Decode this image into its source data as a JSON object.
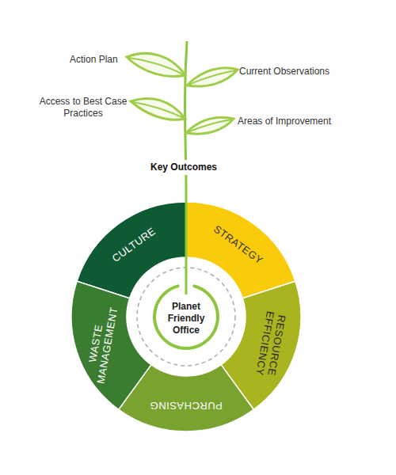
{
  "diagram": {
    "nodes": [
      {
        "text": [
          "CULTURE"
        ]
      },
      {
        "text": [
          "STRATEGY"
        ]
      },
      {
        "text": [
          "RESOURCE EFFICIENCY"
        ]
      },
      {
        "text": [
          "PURCHASING"
        ]
      },
      {
        "text": [
          "WASTE MANAGEMENT"
        ]
      },
      {
        "text": [
          "Planet Friendly Office"
        ]
      }
    ],
    "labels": [
      "Action Plan",
      "Current Observations",
      "Access to Best Case Practices",
      "Areas of Improvement",
      "Key Outcomes"
    ]
  }
}
